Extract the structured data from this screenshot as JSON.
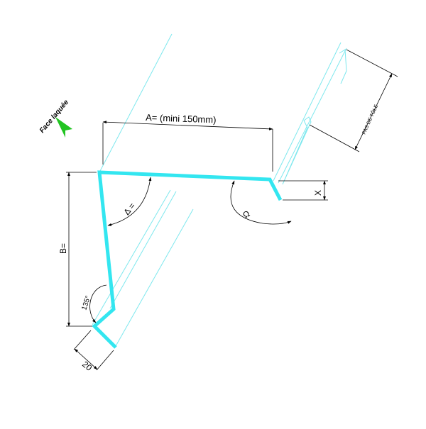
{
  "colors": {
    "profile": "#33e6f0",
    "thin_lines": "#7ee8ee",
    "arrow": "#22c422",
    "lines": "#000000"
  },
  "labels": {
    "face": "Face laquée",
    "dim_a": "A= (mini 150mm)",
    "dim_b": "B=",
    "dim_x": "X",
    "dim_20": "20",
    "angle_135": "135°",
    "angle_delta": "Δ =",
    "angle_omega": "Ω",
    "pas_de_tole": "PAS DE TÔLE"
  },
  "icons": {
    "face_arrow": "green-down-arrowhead"
  }
}
